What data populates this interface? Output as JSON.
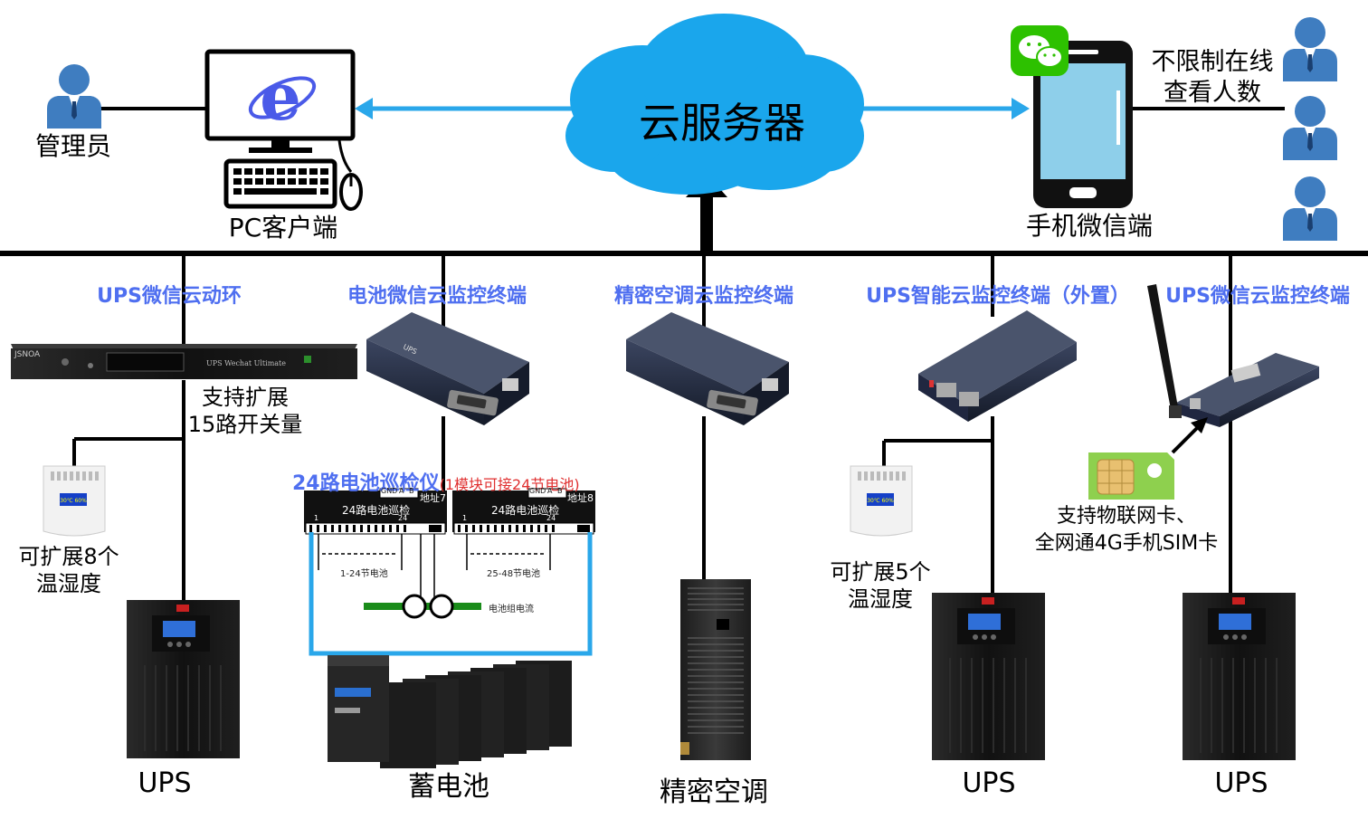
{
  "top": {
    "admin_label": "管理员",
    "pc_label": "PC客户端",
    "cloud_label": "云服务器",
    "phone_label": "手机微信端",
    "unlimited_label": "不限制在线\n查看人数"
  },
  "devices": {
    "ups_ring": {
      "title": "UPS微信云动环",
      "note": "支持扩展\n15路开关量",
      "rack_brand": "JSNOA",
      "rack_model": "UPS Wechat Ultimate"
    },
    "battery_terminal": {
      "title": "电池微信云监控终端"
    },
    "ac_terminal": {
      "title": "精密空调云监控终端"
    },
    "ups_smart_ext": {
      "title": "UPS智能云监控终端（外置）"
    },
    "ups_wechat": {
      "title": "UPS微信云监控终端"
    }
  },
  "sensors": {
    "left": "可扩展8个\n温湿度",
    "right": "可扩展5个\n温湿度",
    "display": "30℃ 60%"
  },
  "battery_inspector": {
    "title": "24路电池巡检仪",
    "note": "(1模块可接24节电池)",
    "module1": {
      "label": "24路电池巡检",
      "addr": "地址7",
      "range": "1-24节电池"
    },
    "module2": {
      "label": "24路电池巡检",
      "addr": "地址8",
      "range": "25-48节电池"
    },
    "pins": [
      "GND",
      "A",
      "B"
    ],
    "current_label": "电池组电流",
    "pin_first": "1",
    "pin_last": "24"
  },
  "sim_note": "支持物联网卡、\n全网通4G手机SIM卡",
  "bottom": {
    "ups1": "UPS",
    "battery": "蓄电池",
    "ac": "精密空调",
    "ups2": "UPS",
    "ups3": "UPS"
  },
  "colors": {
    "arrow_blue": "#2aa7ea",
    "cloud_blue": "#1aa6ec",
    "title_blue": "#4f6ff0",
    "note_red": "#e03030",
    "person_blue": "#3f7dc0",
    "bus_black": "#000000",
    "green_bar": "#1a8c1a"
  },
  "icons": [
    "person-icon",
    "pc-monitor-icon",
    "ie-logo-icon",
    "keyboard-icon",
    "mouse-icon",
    "cloud-icon",
    "phone-icon",
    "wechat-icon",
    "ups-icon",
    "battery-icon",
    "air-conditioner-icon",
    "temp-humidity-sensor-icon",
    "sim-card-icon",
    "antenna-icon",
    "terminal-box-icon"
  ]
}
